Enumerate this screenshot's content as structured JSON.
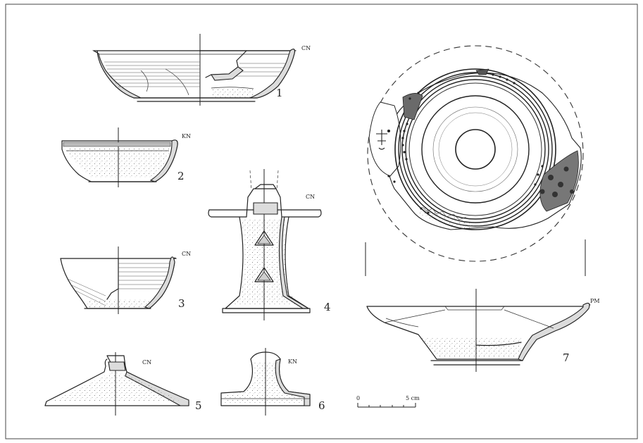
{
  "figures": [
    {
      "number": "1",
      "site": "CN"
    },
    {
      "number": "2",
      "site": "KN"
    },
    {
      "number": "3",
      "site": "CN"
    },
    {
      "number": "4",
      "site": "CN"
    },
    {
      "number": "5",
      "site": "CN"
    },
    {
      "number": "6",
      "site": "KN"
    },
    {
      "number": "7",
      "site": "PM"
    }
  ],
  "scale_bar": {
    "start_label": "0",
    "end_label": "5 cm"
  }
}
